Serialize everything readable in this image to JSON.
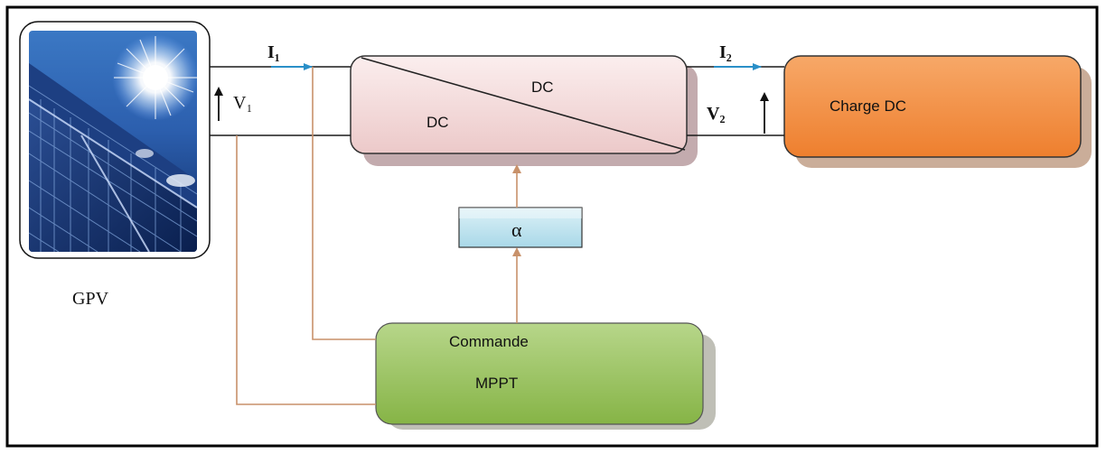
{
  "colors": {
    "frame": "#000000",
    "wire_dark": "#1a1a1a",
    "wire_control": "#c8916a",
    "current_arrow": "#2a8fc8",
    "converter_fill": "#f2dada",
    "charge_fill": "#f08a3a",
    "mppt_fill": "#8fbc4a",
    "alpha_fill": "#bfe3ee"
  },
  "labels": {
    "gpv": "GPV",
    "i1": "I₁",
    "v1": "V₁",
    "i2": "I₂",
    "v2": "V₂",
    "converter_out": "DC",
    "converter_in": "DC",
    "charge": "Charge DC",
    "alpha": "α",
    "mppt_line1": "Commande",
    "mppt_line2": "MPPT"
  },
  "icons": {
    "solar_panel": "solar-panel-icon",
    "sun": "sun-icon"
  }
}
